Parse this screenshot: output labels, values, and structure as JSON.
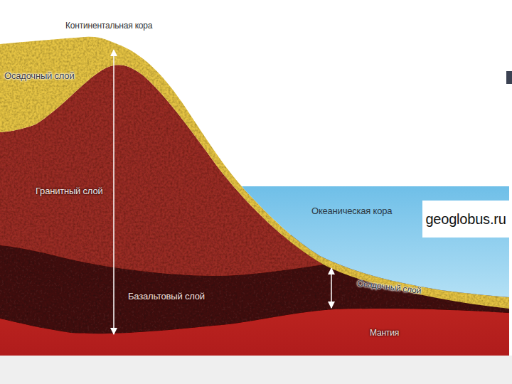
{
  "diagram": {
    "labels": [
      "Континентальная кора",
      "Осадочный слой",
      "Гранитный слой",
      "Океаническая кора",
      "geoglobus.ru",
      "Базальтовый слой",
      "Осадочный слой",
      "Мантия"
    ]
  }
}
